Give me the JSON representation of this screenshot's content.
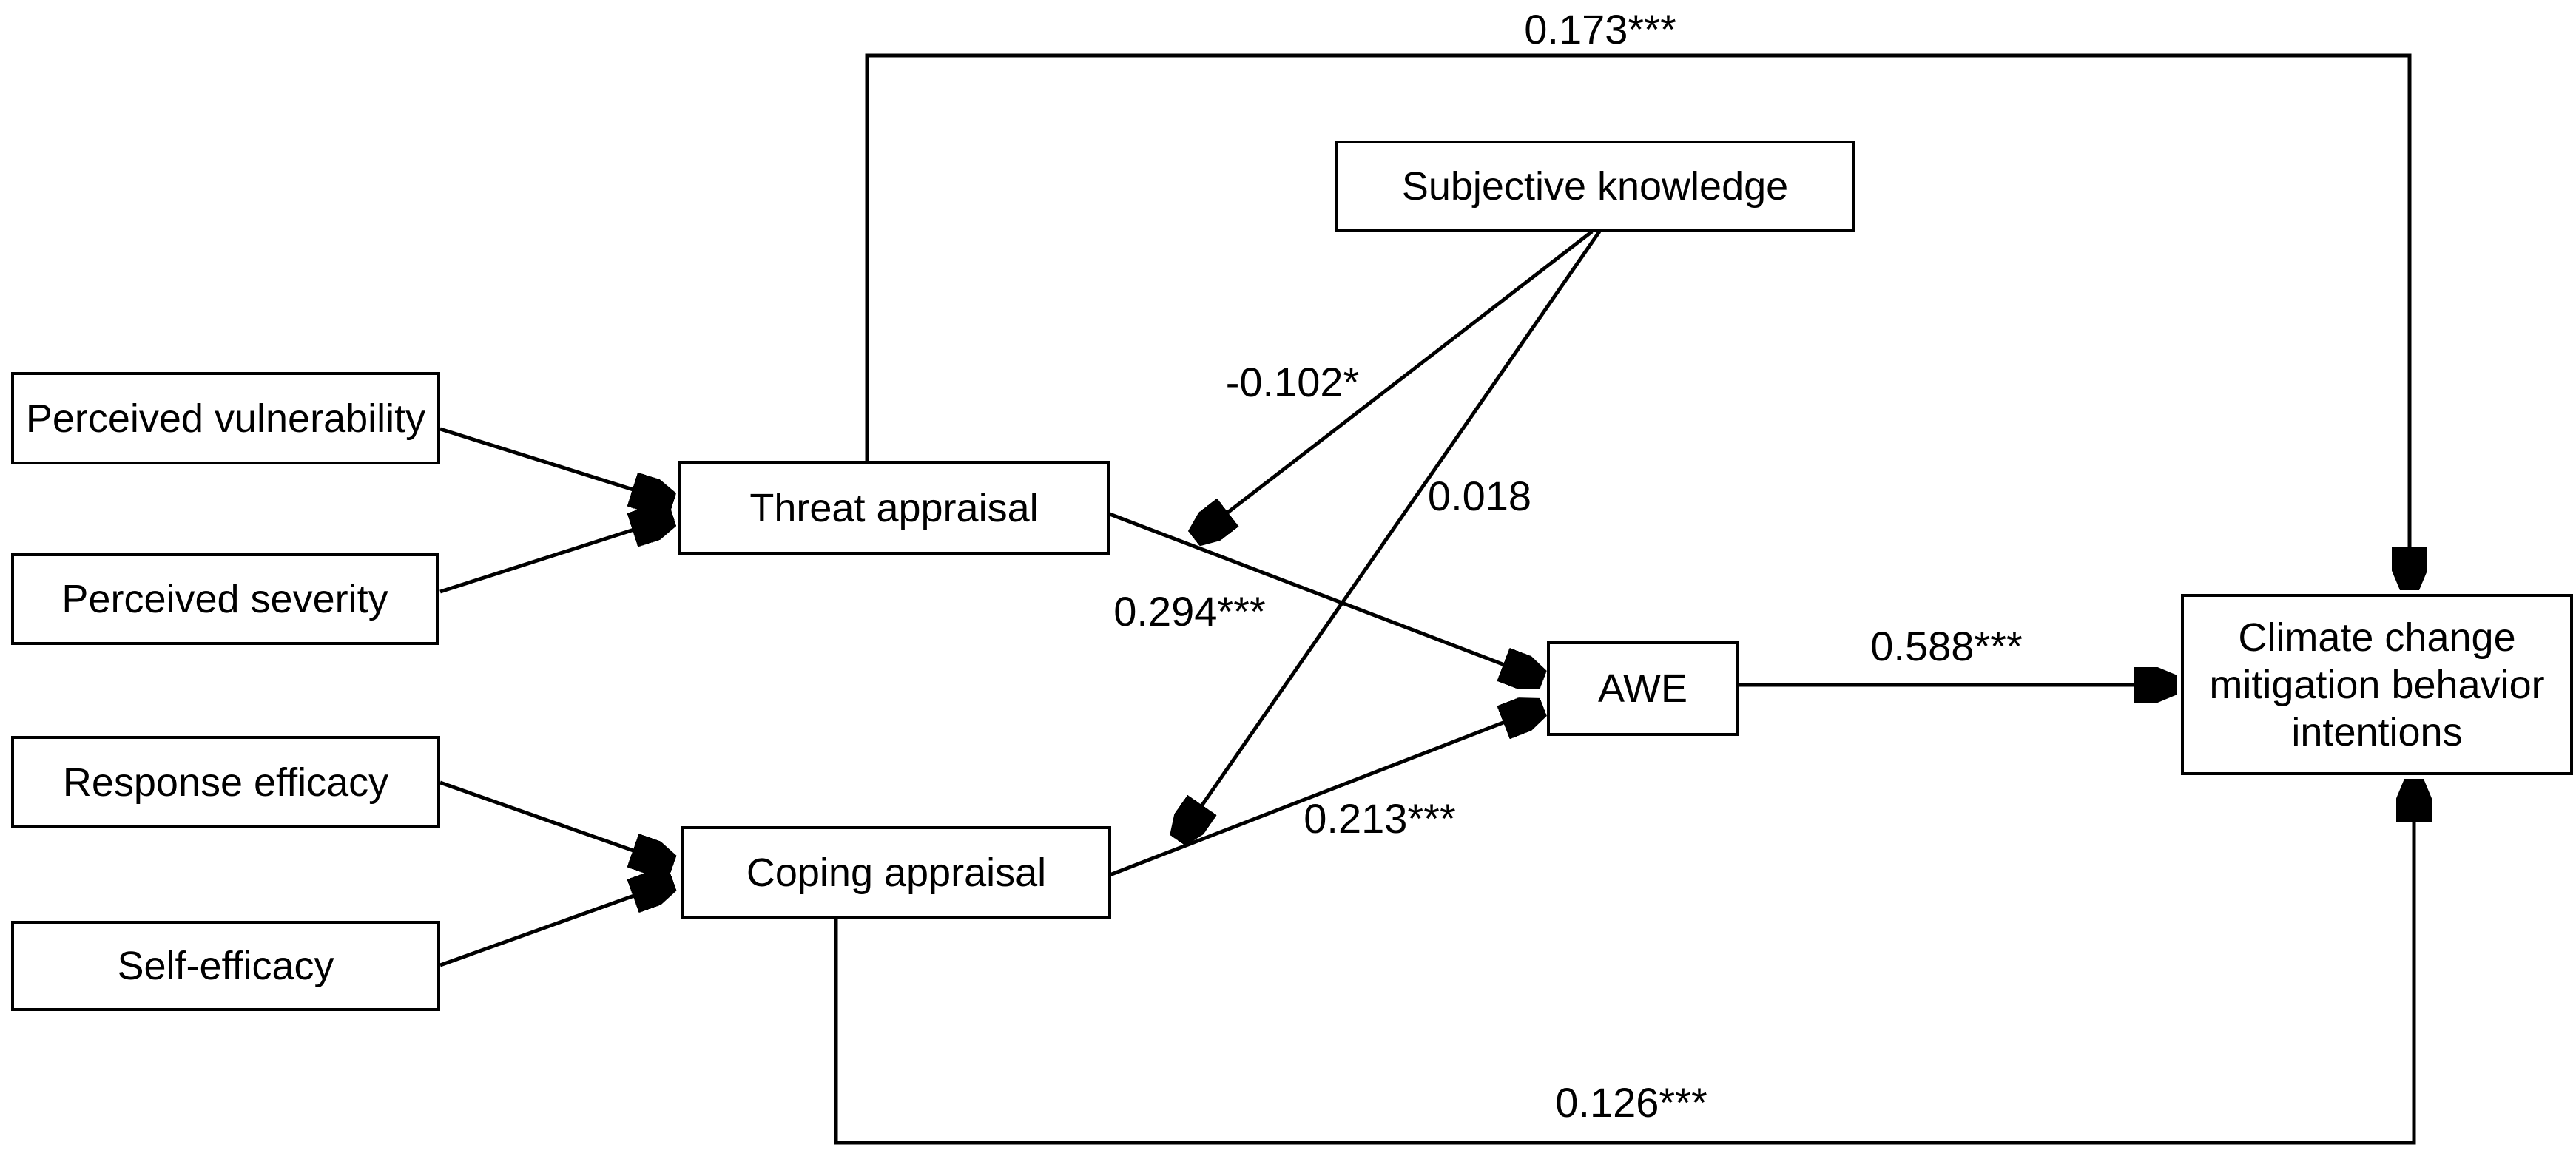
{
  "colors": {
    "background": "#ffffff",
    "line": "#000000",
    "text": "#000000"
  },
  "nodes": {
    "perceived_vulnerability": {
      "label": "Perceived vulnerability"
    },
    "perceived_severity": {
      "label": "Perceived severity"
    },
    "response_efficacy": {
      "label": "Response efficacy"
    },
    "self_efficacy": {
      "label": "Self-efficacy"
    },
    "threat_appraisal": {
      "label": "Threat appraisal"
    },
    "coping_appraisal": {
      "label": "Coping appraisal"
    },
    "subjective_knowledge": {
      "label": "Subjective knowledge"
    },
    "awe": {
      "label": "AWE"
    },
    "climate_intentions": {
      "label": "Climate change mitigation behavior intentions"
    }
  },
  "edges": {
    "pv_to_threat": {
      "from": "perceived_vulnerability",
      "to": "threat_appraisal",
      "label": ""
    },
    "ps_to_threat": {
      "from": "perceived_severity",
      "to": "threat_appraisal",
      "label": ""
    },
    "re_to_coping": {
      "from": "response_efficacy",
      "to": "coping_appraisal",
      "label": ""
    },
    "se_to_coping": {
      "from": "self_efficacy",
      "to": "coping_appraisal",
      "label": ""
    },
    "threat_to_intentions": {
      "from": "threat_appraisal",
      "to": "climate_intentions",
      "label": "0.173***"
    },
    "coping_to_intentions": {
      "from": "coping_appraisal",
      "to": "climate_intentions",
      "label": "0.126***"
    },
    "threat_to_awe": {
      "from": "threat_appraisal",
      "to": "awe",
      "label": "0.294***"
    },
    "coping_to_awe": {
      "from": "coping_appraisal",
      "to": "awe",
      "label": "0.213***"
    },
    "sk_to_threat_path": {
      "from": "subjective_knowledge",
      "to": "threat_appraisal",
      "label": "-0.102*"
    },
    "sk_to_coping_path": {
      "from": "subjective_knowledge",
      "to": "coping_appraisal",
      "label": "0.018"
    },
    "awe_to_intentions": {
      "from": "awe",
      "to": "climate_intentions",
      "label": "0.588***"
    }
  }
}
